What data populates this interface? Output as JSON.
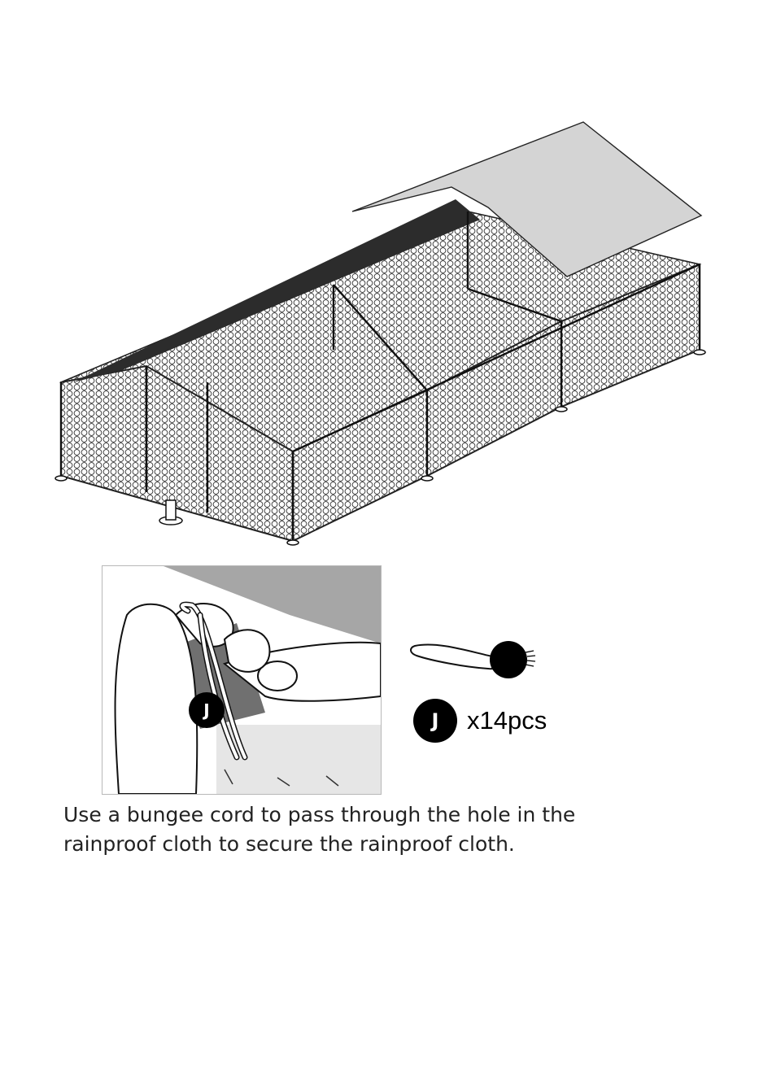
{
  "part": {
    "letter": "J",
    "quantity_label": "x14pcs",
    "icon": "bungee-cord-icon"
  },
  "instruction": {
    "line1": "Use a bungee cord to pass through the hole in the",
    "line2": "rainproof cloth to secure the rainproof cloth."
  },
  "colors": {
    "cover": "#d4d4d4",
    "shade_cloth": "#2c2c2c",
    "badge": "#000000"
  }
}
